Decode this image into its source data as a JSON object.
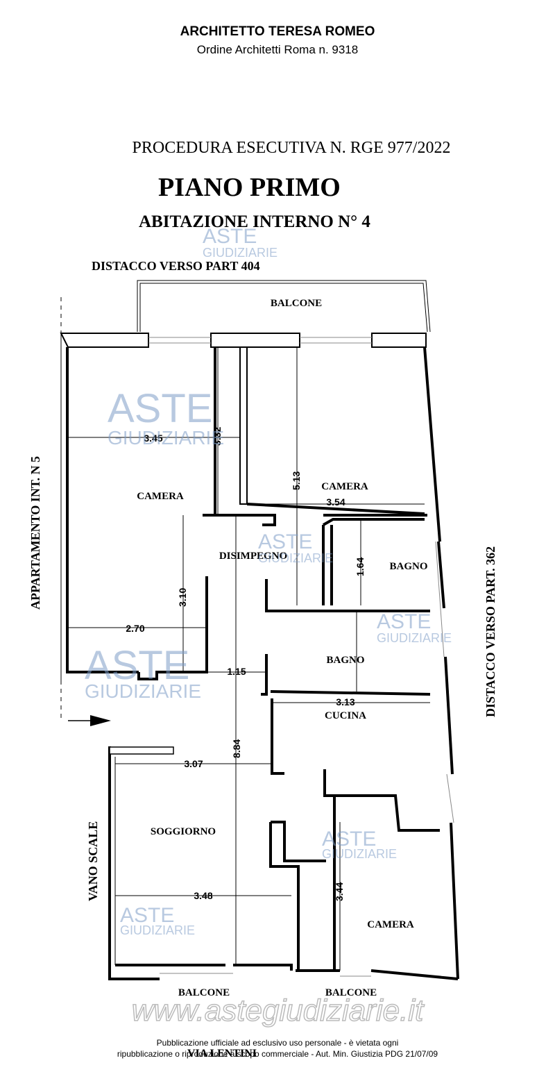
{
  "header": {
    "architect": "ARCHITETTO TERESA ROMEO",
    "order": "Ordine Architetti Roma n. 9318",
    "procedure": "PROCEDURA ESECUTIVA N. RGE 977/2022",
    "floor": "PIANO PRIMO",
    "unit": "ABITAZIONE INTERNO N° 4"
  },
  "boundaries": {
    "top": "DISTACCO VERSO PART 404",
    "left": "APPARTAMENTO INT. N 5",
    "right": "DISTACCO VERSO PART. 362",
    "left_stairs": "VANO SCALE",
    "bottom": "VIA LENTINI"
  },
  "rooms": {
    "balcone_top": "BALCONE",
    "camera_nw": "CAMERA",
    "camera_ne": "CAMERA",
    "disimpegno": "DISIMPEGNO",
    "bagno_1": "BAGNO",
    "bagno_2": "BAGNO",
    "cucina": "CUCINA",
    "soggiorno": "SOGGIORNO",
    "camera_se": "CAMERA",
    "balcone_bl": "BALCONE",
    "balcone_br": "BALCONE"
  },
  "dimensions": {
    "d345": "3.45",
    "d332": "3.32",
    "d513": "5.13",
    "d354": "3.54",
    "d164": "1.64",
    "d310": "3.10",
    "d270": "2.70",
    "d115": "1.15",
    "d313": "3.13",
    "d884": "8.84",
    "d307": "3.07",
    "d344": "3.44",
    "d348": "3.48"
  },
  "watermark": {
    "brand": "ASTE",
    "sub": "GIUDIZIARIE",
    "url": "www.astegiudiziarie.it"
  },
  "footer": {
    "line1": "Pubblicazione ufficiale ad esclusivo uso personale - è vietata ogni",
    "line2": "ripubblicazione o riproduzione a scopo commerciale - Aut. Min. Giustizia PDG 21/07/09"
  }
}
